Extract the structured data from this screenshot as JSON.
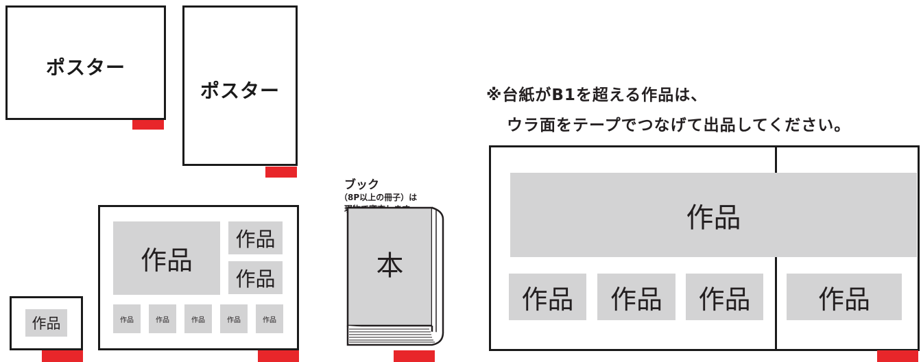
{
  "poster1": {
    "label": "ポスター"
  },
  "poster2": {
    "label": "ポスター"
  },
  "small_frame": {
    "work": "作品"
  },
  "collage": {
    "main_work": "作品",
    "side_works": [
      "作品",
      "作品"
    ],
    "mini_works": [
      "作品",
      "作品",
      "作品",
      "作品",
      "作品"
    ]
  },
  "book": {
    "caption_title": "ブック",
    "caption_line1": "（8P以上の冊子）は",
    "caption_line2": "現物で審査します",
    "cover_text": "本"
  },
  "note": {
    "line1": "※台紙がB1を超える作品は、",
    "line2": "ウラ面をテープでつなげて出品してください。"
  },
  "large_mount": {
    "top_work": "作品",
    "bottom_works": [
      "作品",
      "作品",
      "作品"
    ],
    "right_work": "作品"
  },
  "colors": {
    "tag_red": "#e8262a",
    "work_gray": "#d3d3d4",
    "frame_black": "#1a1a1a"
  }
}
